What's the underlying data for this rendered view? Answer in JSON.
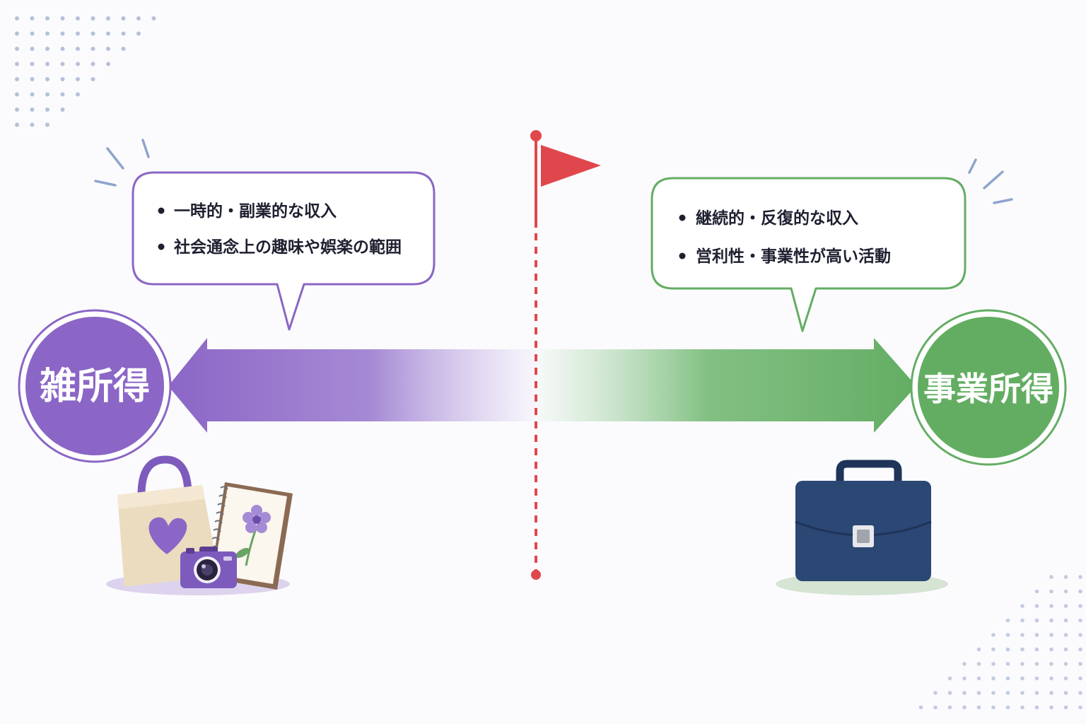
{
  "diagram": {
    "left": {
      "label": "雑所得",
      "bullets": [
        "一時的・副業的な収入",
        "社会通念上の趣味や娯楽の範囲"
      ],
      "illustration_icons": [
        "tote-bag-heart-icon",
        "camera-icon",
        "sketchbook-flower-icon"
      ]
    },
    "right": {
      "label": "事業所得",
      "bullets": [
        "継続的・反復的な収入",
        "営利性・事業性が高い活動"
      ],
      "illustration_icons": [
        "briefcase-icon"
      ]
    },
    "divider_icon": "red-flag-icon"
  },
  "colors": {
    "purple": "#8b66c6",
    "green": "#63ad63",
    "red": "#e0474c",
    "navy": "#2b4774",
    "accent_blue": "#8fa4cc",
    "text": "#1e2030"
  }
}
